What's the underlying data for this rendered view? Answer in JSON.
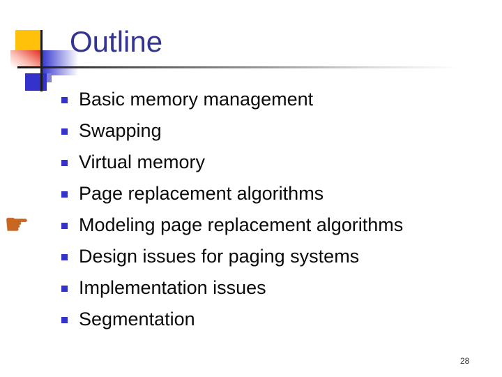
{
  "slide": {
    "title": "Outline",
    "page_number": "28",
    "bullets": [
      "Basic memory management",
      "Swapping",
      "Virtual memory",
      "Page replacement algorithms",
      "Modeling page replacement algorithms",
      "Design issues for paging systems",
      "Implementation issues",
      "Segmentation"
    ],
    "pointer_item_index": 4,
    "pointer_glyph": "☛",
    "colors": {
      "title_text": "#333394",
      "bullet_square": "#3333cc",
      "body_text": "#0a0a0a",
      "accent_yellow": "#ffc10a",
      "accent_red": "#e8392e",
      "accent_blue": "#3333cc",
      "pointer_orange": "#c8671f"
    }
  }
}
